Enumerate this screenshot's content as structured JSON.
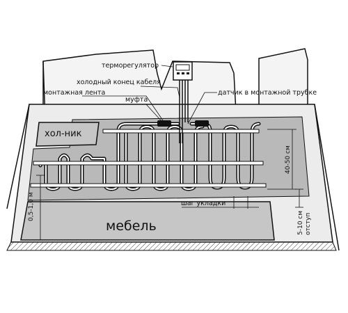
{
  "labels": {
    "thermostat": "терморегулятор",
    "cold_end": "холодный конец кабеля",
    "mounting_tape": "монтажная лента",
    "coupling": "муфта",
    "sensor": "датчик в монтажной трубке",
    "fridge": "хол-ник",
    "furniture": "мебель",
    "pitch": "шаг укладки",
    "edge_offset": "0,5-1,0 м",
    "loop_spacing": "40-50 см",
    "wall_offset_value": "5-10 см",
    "wall_offset_word": "отступ"
  },
  "colors": {
    "line": "#111111",
    "zone_fill": "#b9b9b9",
    "floor_fill": "#ececec",
    "wall_fill": "#f4f4f4",
    "furniture_fill": "#c6c6c6",
    "tape_fill": "#ffffff"
  }
}
